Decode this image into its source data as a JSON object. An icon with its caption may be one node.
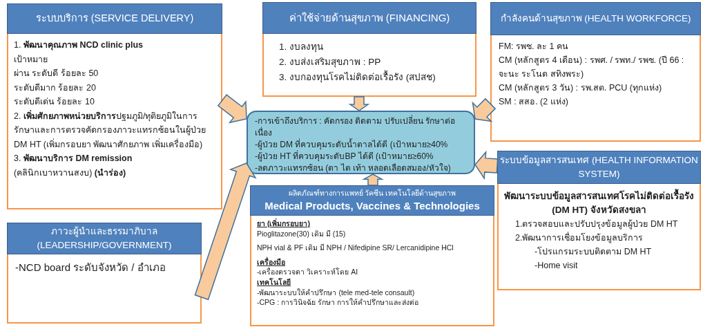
{
  "diagram": {
    "nodes": [
      {
        "text": [
          "ระบบบริการ (SERVICE DELIVERY)",
          "1. **พัฒนาคุณภาพ NCD clinic plus**",
          "เป้าหมาย",
          "ผ่าน ระดับดี ร้อยละ 50",
          "ระดับดีมาก ร้อยละ 20",
          "ระดับดีเด่น ร้อยละ 10",
          "2. **เพิ่มศักยภาพหน่วยบริการ**ปฐมภูมิ/ทุติยภูมิในการรักษาและการตรวจคัดกรองภาวะแทรกซ้อนในผู้ป่วย DM HT (เพิ่มกรอบยา พัฒนาศักยภาพ เพิ่มเครื่องมือ)",
          "3. **พัฒนาบริการ DM remission**",
          "(คลินิกเบาหวานสงบ) **(นำร่อง)**"
        ]
      },
      {
        "text": [
          "ค่าใช้จ่ายด้านสุขภาพ (FINANCING)",
          "1. งบลงทุน",
          "2. งบส่งเสริมสุขภาพ : PP",
          "3. งบกองทุนโรคไม่ติดต่อเรื้อรัง (สปสช)"
        ]
      },
      {
        "text": [
          "กำลังคนด้านสุขภาพ (HEALTH WORKFORCE)",
          "FM: รพช. ละ 1 คน",
          "CM (หลักสูตร 4 เดือน) : รพศ. / รพท./ รพช. (ปี 66 : จะนะ ระโนด สทิงพระ)",
          "CM (หลักสูตร 3 วัน) : รพ.สต. PCU (ทุกแห่ง)",
          "SM : สสอ. (2 แห่ง)"
        ]
      },
      {
        "text": [
          "ระบบข้อมูลสารสนเทศ (HEALTH INFORMATION SYSTEM)",
          "พัฒนาระบบข้อมูลสารสนเทศโรคไม่ติดต่อเรื้อรัง (DM HT) จังหวัดสงขลา",
          "1.ตรวจสอบและปรับปรุงข้อมูลผู้ป่วย DM HT",
          "2.พัฒนาการเชื่อมโยงข้อมูลบริการ",
          "-โปรแกรมระบบติดตาม DM HT",
          "-Home visit"
        ]
      },
      {
        "text": [
          "ภาวะผู้นำและธรรมาภิบาล (LEADERSHIP/GOVERNMENT)",
          "-NCD board ระดับจังหวัด / อำเภอ"
        ]
      },
      {
        "text": [
          "ผลิตภัณฑ์ทางการแพทย์ วัคซีน เทคโนโลยีด้านสุขภาพ",
          "Medical Products, Vaccines & Technologies",
          "ยา (เพิ่มกรอบยา)",
          "Pioglitazone(30) เดิม มี (15)",
          "NPH vial & PF เดิม มี NPH / Nifedipine SR/ Lercanidipine HCl",
          "เครื่องมือ",
          "-เครื่องตรวจตา วิเคราะห์โดย AI",
          "เทคโนโลยี",
          "-พัฒนาระบบให้คำปรึกษา (tele med-tele consault)",
          "-CPG : การวินิจฉัย รักษา การให้คำปรึกษาและส่งต่อ"
        ]
      },
      {
        "text": [
          "-การเข้าถึงบริการ : คัดกรอง ติดตาม ปรับเปลี่ยน รักษาต่อเนื่อง",
          "-ผู้ป่วย DM ที่ควบคุมระดับน้ำตาลได้ดี (เป้าหมาย≥40%",
          "-ผู้ป่วย HT ที่ควบคุมระดับBP ได้ดี (เป้าหมาย≥60%",
          "-ลดภาวะแทรกซ้อน (ตา ไต เท้า หลอดเลือดสมอง/หัวใจ)"
        ]
      }
    ],
    "edges": [
      {
        "from": 0,
        "to": 6,
        "arrow": "to"
      },
      {
        "from": 1,
        "to": 6,
        "arrow": "to"
      },
      {
        "from": 2,
        "to": 6,
        "arrow": "to"
      },
      {
        "from": 3,
        "to": 6,
        "arrow": "to"
      },
      {
        "from": 4,
        "to": 6,
        "arrow": "to"
      },
      {
        "from": 5,
        "to": 6,
        "arrow": "to"
      }
    ]
  }
}
